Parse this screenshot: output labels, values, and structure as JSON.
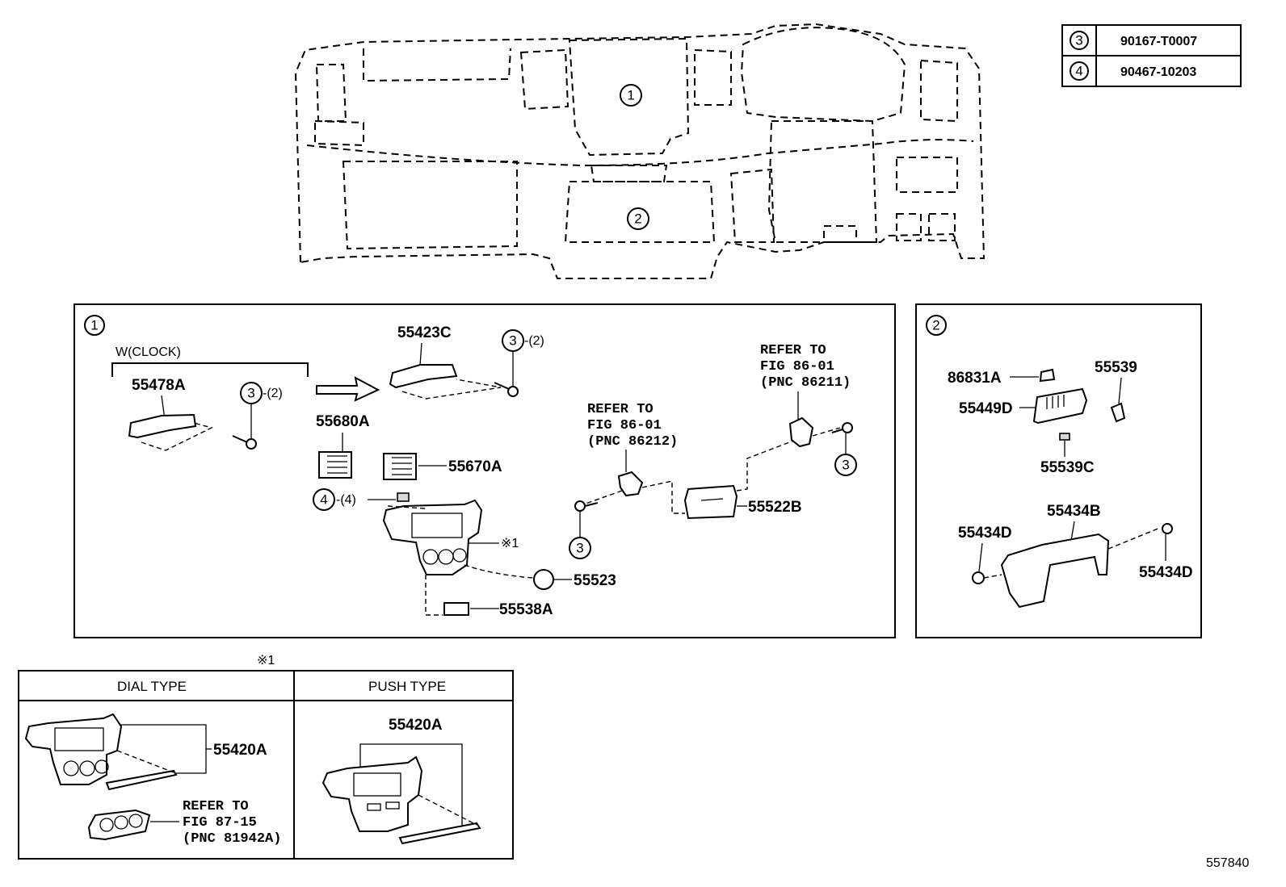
{
  "legend_table": [
    {
      "ref": "3",
      "part_no": "90167-T0007"
    },
    {
      "ref": "4",
      "part_no": "90467-10203"
    }
  ],
  "overview": {
    "callout_1": "1",
    "callout_2": "2"
  },
  "panel1": {
    "id": "1",
    "clock_label": "W(CLOCK)",
    "p55478A": "55478A",
    "p55423C": "55423C",
    "screw_qty_a": "-(2)",
    "screw_qty_b": "-(2)",
    "screw_ref": "3",
    "p55680A": "55680A",
    "p55670A": "55670A",
    "clip_ref": "4",
    "clip_qty": "-(4)",
    "asterisk": "※1",
    "p55523": "55523",
    "p55538A": "55538A",
    "refer_a": [
      "REFER TO",
      "FIG 86-01",
      "(PNC 86212)"
    ],
    "refer_b": [
      "REFER TO",
      "FIG 86-01",
      "(PNC 86211)"
    ],
    "p55522B": "55522B"
  },
  "panel2": {
    "id": "2",
    "p86831A": "86831A",
    "p55539": "55539",
    "p55449D": "55449D",
    "p55539C": "55539C",
    "p55434B": "55434B",
    "p55434D_left": "55434D",
    "p55434D_right": "55434D"
  },
  "variants": {
    "asterisk": "※1",
    "dial_type": "DIAL TYPE",
    "push_type": "PUSH TYPE",
    "dial_part": "55420A",
    "push_part": "55420A",
    "refer_c": [
      "REFER TO",
      "FIG 87-15",
      "(PNC 81942A)"
    ]
  },
  "figure_id": "557840"
}
